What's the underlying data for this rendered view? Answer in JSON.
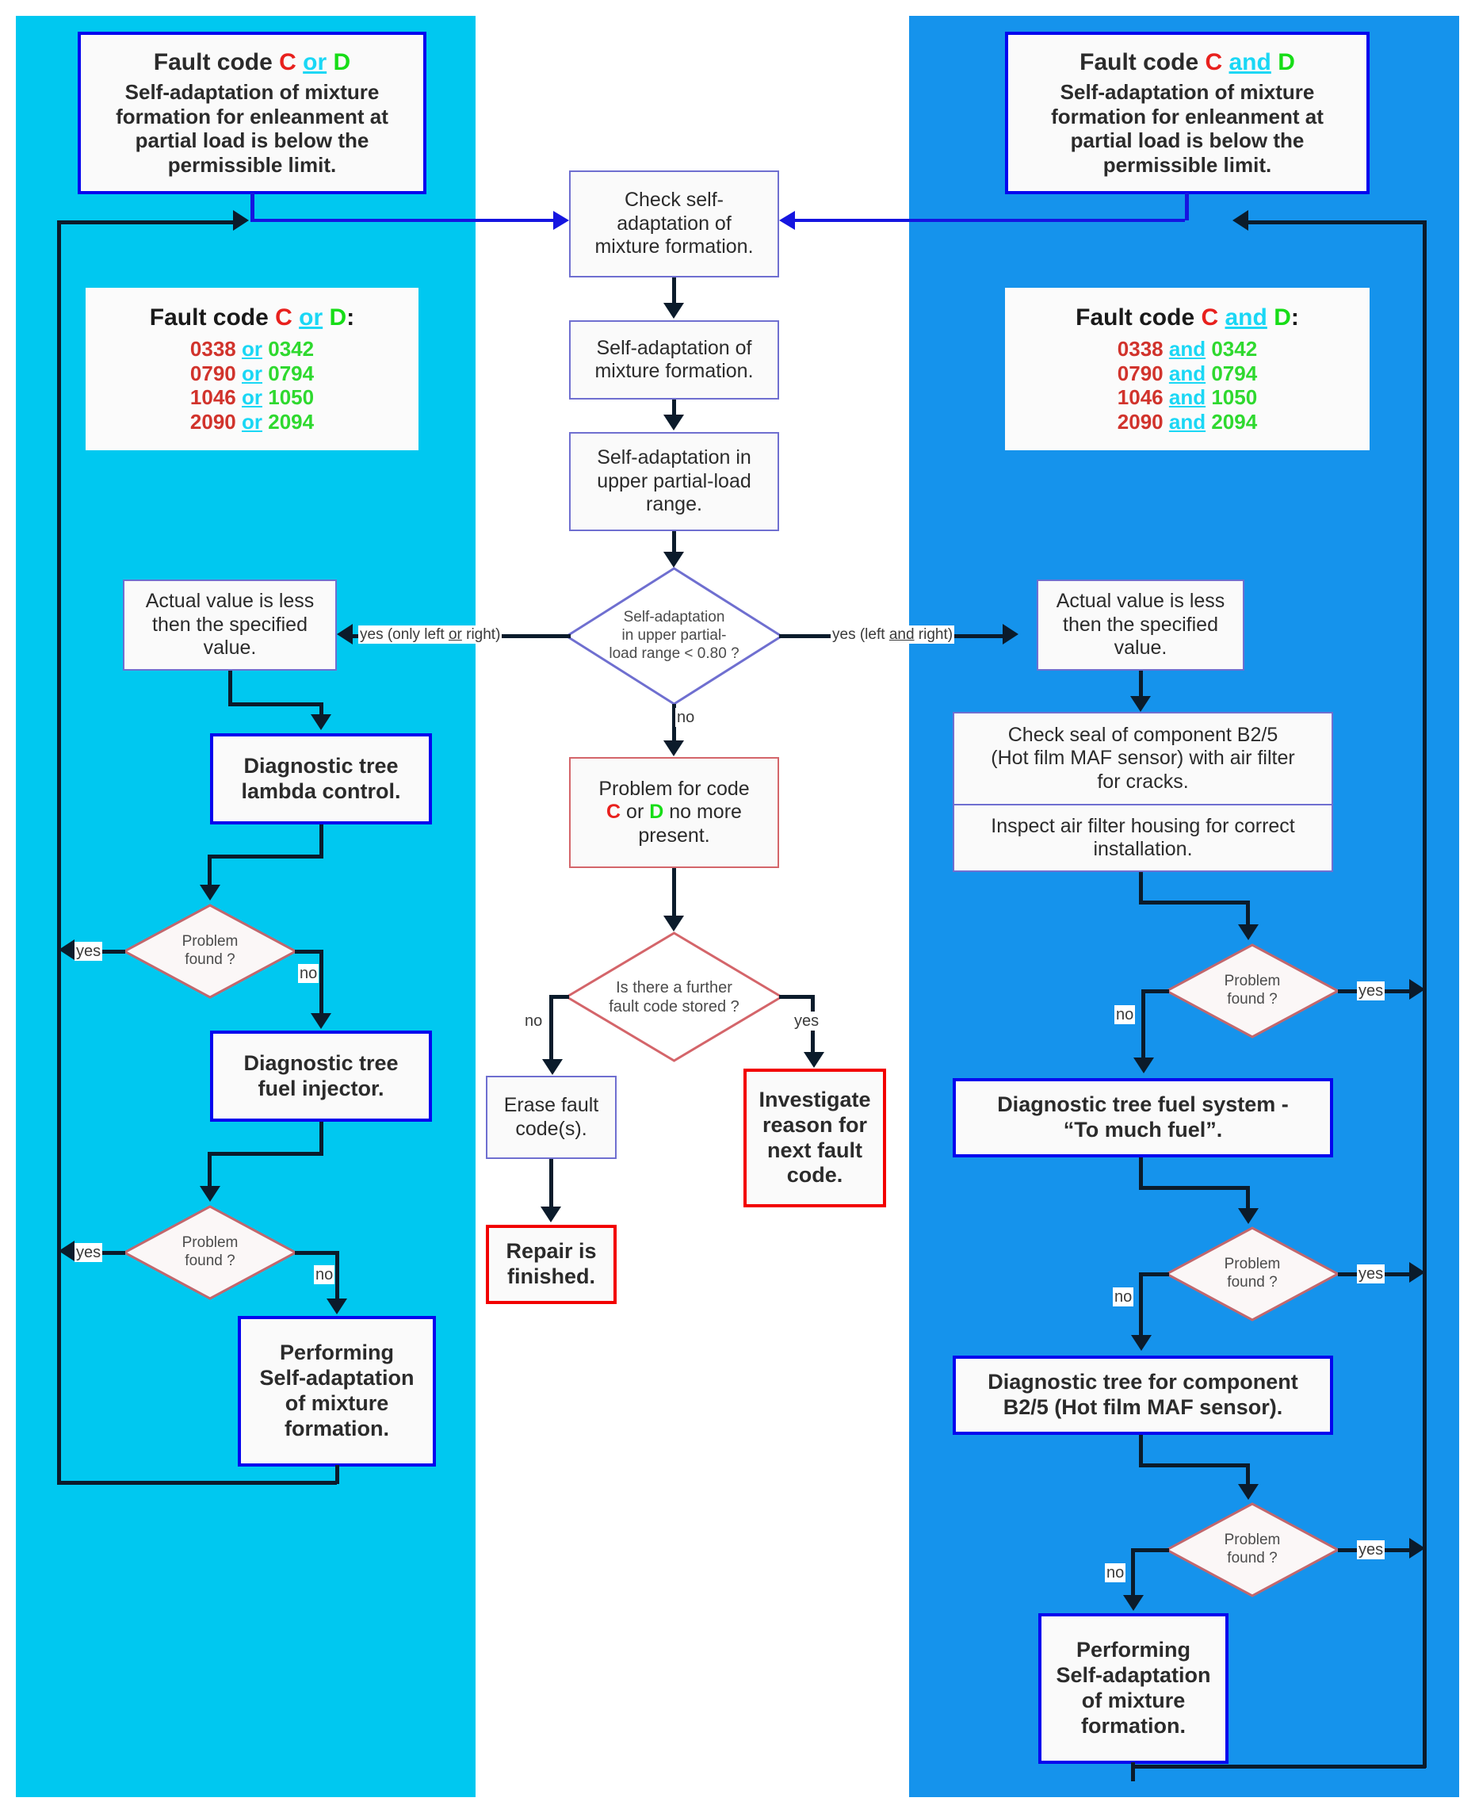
{
  "title": "Fault code diagnostic flowchart — self-adaptation of mixture formation",
  "colors": {
    "panel_left_bg": "#00c8f0",
    "panel_right_bg": "#1593ec",
    "code_c": "#e8201d",
    "code_d": "#17dd17",
    "conjunction": "#1ad7f5",
    "blue_border": "#0505ee",
    "red_border": "#f20000",
    "thin_blue_border": "#6f6fd0",
    "thin_red_border": "#d4656a"
  },
  "left_branch": {
    "header": {
      "title_prefix": "Fault code ",
      "title_c": "C",
      "title_conj": "or",
      "title_d": "D",
      "lines": [
        "Self-adaptation of mixture",
        "formation for enleanment at",
        "partial load is below the",
        "permissible limit."
      ]
    },
    "codes_box": {
      "title_prefix": "Fault code ",
      "title_c": "C",
      "title_conj": "or",
      "title_d": "D",
      "title_suffix": ":",
      "conjunction": "or",
      "rows": [
        {
          "c": "0338",
          "d": "0342"
        },
        {
          "c": "0790",
          "d": "0794"
        },
        {
          "c": "1046",
          "d": "1050"
        },
        {
          "c": "2090",
          "d": "2094"
        }
      ]
    },
    "actual_value": {
      "lines": [
        "Actual value is less",
        "then the specified",
        "value."
      ]
    },
    "lambda_control": {
      "lines": [
        "Diagnostic tree",
        "lambda control."
      ]
    },
    "decision_1": {
      "lines": [
        "Problem",
        "found ?"
      ],
      "yes": "yes",
      "no": "no"
    },
    "fuel_injector": {
      "lines": [
        "Diagnostic tree",
        "fuel injector."
      ]
    },
    "decision_2": {
      "lines": [
        "Problem",
        "found ?"
      ],
      "yes": "yes",
      "no": "no"
    },
    "performing": {
      "lines": [
        "Performing",
        "Self-adaptation",
        "of mixture",
        "formation."
      ]
    }
  },
  "center": {
    "check_self_adaptation": {
      "lines": [
        "Check self-",
        "adaptation of",
        "mixture formation."
      ]
    },
    "self_adaptation": {
      "lines": [
        "Self-adaptation of",
        "mixture formation."
      ]
    },
    "upper_partial_load": {
      "lines": [
        "Self-adaptation in",
        "upper partial-load",
        "range."
      ]
    },
    "decision_threshold": {
      "lines": [
        "Self-adaptation",
        "in upper partial-",
        "load range < 0.80 ?"
      ],
      "yes_left": "yes (only left or right)",
      "yes_left_plain_a": "yes (only left ",
      "yes_left_conj": "or",
      "yes_left_plain_b": " right)",
      "yes_right_plain_a": "yes (left ",
      "yes_right_conj": "and",
      "yes_right_plain_b": " right)",
      "no": "no"
    },
    "problem_gone": {
      "line1": "Problem for code",
      "code_c": "C",
      "mid": " or ",
      "code_d": "D",
      "line2_tail": " no more",
      "line3": "present."
    },
    "decision_further_code": {
      "lines": [
        "Is there a further",
        "fault code stored ?"
      ],
      "no": "no",
      "yes": "yes"
    },
    "erase": {
      "lines": [
        "Erase fault",
        "code(s)."
      ]
    },
    "repair_finished": {
      "lines": [
        "Repair is",
        "finished."
      ]
    },
    "investigate": {
      "lines": [
        "Investigate",
        "reason for",
        "next fault",
        "code."
      ]
    }
  },
  "right_branch": {
    "header": {
      "title_prefix": "Fault code ",
      "title_c": "C",
      "title_conj": "and",
      "title_d": "D",
      "lines": [
        "Self-adaptation of mixture",
        "formation for enleanment at",
        "partial load is below the",
        "permissible limit."
      ]
    },
    "codes_box": {
      "title_prefix": "Fault code ",
      "title_c": "C",
      "title_conj": "and",
      "title_d": "D",
      "title_suffix": ":",
      "conjunction": "and",
      "rows": [
        {
          "c": "0338",
          "d": "0342"
        },
        {
          "c": "0790",
          "d": "0794"
        },
        {
          "c": "1046",
          "d": "1050"
        },
        {
          "c": "2090",
          "d": "2094"
        }
      ]
    },
    "actual_value": {
      "lines": [
        "Actual value is less",
        "then the specified",
        "value."
      ]
    },
    "check_seal": {
      "top_lines": [
        "Check seal of component B2/5",
        "(Hot film MAF sensor) with air filter",
        "for cracks."
      ],
      "bottom_lines": [
        "Inspect air filter housing for correct",
        "installation."
      ]
    },
    "decision_1": {
      "lines": [
        "Problem",
        "found ?"
      ],
      "yes": "yes",
      "no": "no"
    },
    "fuel_system": {
      "lines": [
        "Diagnostic tree fuel system -",
        "“To much fuel”."
      ]
    },
    "decision_2": {
      "lines": [
        "Problem",
        "found ?"
      ],
      "yes": "yes",
      "no": "no"
    },
    "maf_tree": {
      "lines": [
        "Diagnostic tree for component",
        "B2/5 (Hot film MAF sensor)."
      ]
    },
    "decision_3": {
      "lines": [
        "Problem",
        "found ?"
      ],
      "yes": "yes",
      "no": "no"
    },
    "performing": {
      "lines": [
        "Performing",
        "Self-adaptation",
        "of mixture",
        "formation."
      ]
    }
  }
}
